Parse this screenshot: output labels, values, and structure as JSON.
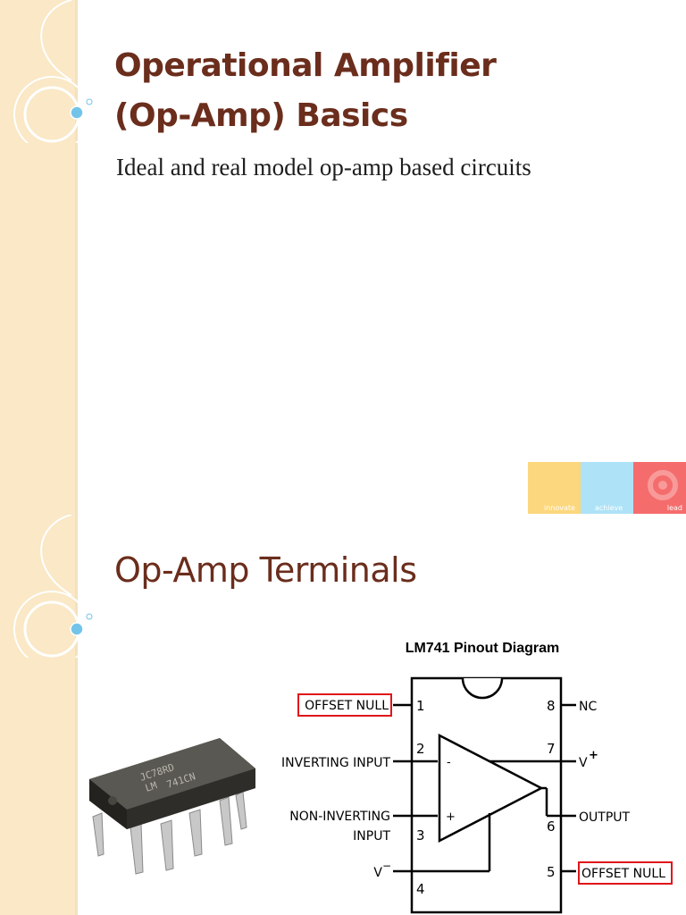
{
  "slide1": {
    "title_line1": "Operational Amplifier",
    "title_line2": "(Op-Amp) Basics",
    "subtitle": "Ideal and real model op-amp based circuits",
    "logo": {
      "colors": [
        "#fcd77d",
        "#aee3f7",
        "#f56c6c"
      ],
      "labels": [
        "innovate",
        "achieve",
        "lead"
      ]
    }
  },
  "slide2": {
    "title": "Op-Amp Terminals",
    "diagram": {
      "heading": "LM741 Pinout Diagram",
      "left_labels": [
        "OFFSET NULL",
        "INVERTING INPUT",
        "NON-INVERTING",
        "INPUT",
        "V"
      ],
      "right_labels": [
        "NC",
        "V",
        "OUTPUT",
        "OFFSET NULL"
      ],
      "pin_numbers_left": [
        "1",
        "2",
        "3",
        "4"
      ],
      "pin_numbers_right": [
        "8",
        "7",
        "6",
        "5"
      ],
      "opamp_minus": "-",
      "opamp_plus": "+",
      "v_minus_sup": "−",
      "v_plus_sup": "+",
      "highlight_color": "#e0151b"
    },
    "chip_marking": [
      "JC78RD",
      "LM",
      "741CN"
    ]
  }
}
